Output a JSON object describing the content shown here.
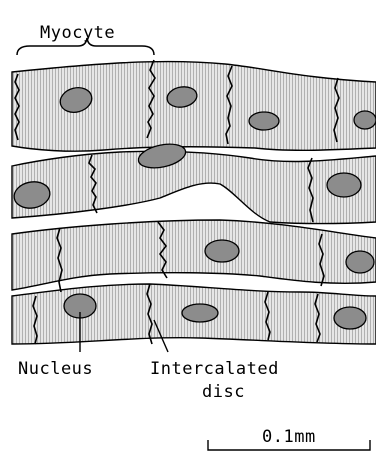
{
  "labels": {
    "myocyte": "Myocyte",
    "nucleus": "Nucleus",
    "intercalated_disc_line1": "Intercalated",
    "intercalated_disc_line2": "disc",
    "scale_bar": "0.1mm"
  },
  "colors": {
    "cell_fill": "#e6e6e6",
    "nucleus_fill": "#8c8c8c",
    "outline": "#000000",
    "striation": "#9a9a9a",
    "background": "#ffffff"
  }
}
